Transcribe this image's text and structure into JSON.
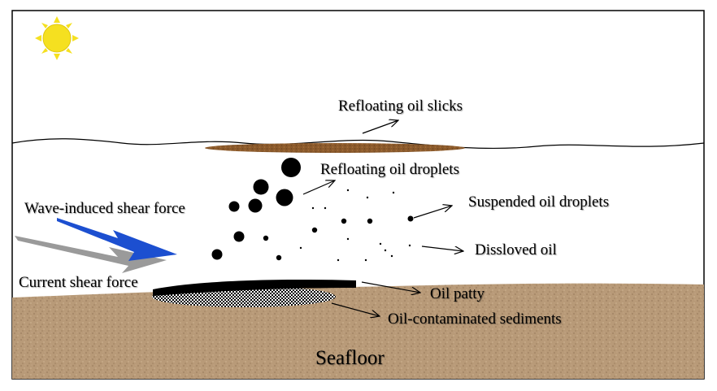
{
  "labels": {
    "refloating_oil_slicks": "Refloating oil slicks",
    "refloating_oil_droplets": "Refloating oil droplets",
    "suspended_oil_droplets": "Suspended oil droplets",
    "dissolved_oil": "Dissloved oil",
    "wave_shear_force": "Wave-induced shear force",
    "current_shear_force": "Current shear force",
    "oil_patty": "Oil patty",
    "oil_contaminated_sediments": "Oil-contaminated sediments",
    "seafloor": "Seafloor"
  },
  "icons": {
    "sun": "sun-icon",
    "wave_arrow": "blue-arrow",
    "current_arrow": "gray-arrow"
  },
  "colors": {
    "sun": "#f5e020",
    "wave_arrow": "#1c4fd0",
    "current_arrow": "#9a9a9a",
    "slick": "#8b5a2b",
    "sediment": "#b89a78",
    "oil": "#000000",
    "frame": "#000000"
  }
}
